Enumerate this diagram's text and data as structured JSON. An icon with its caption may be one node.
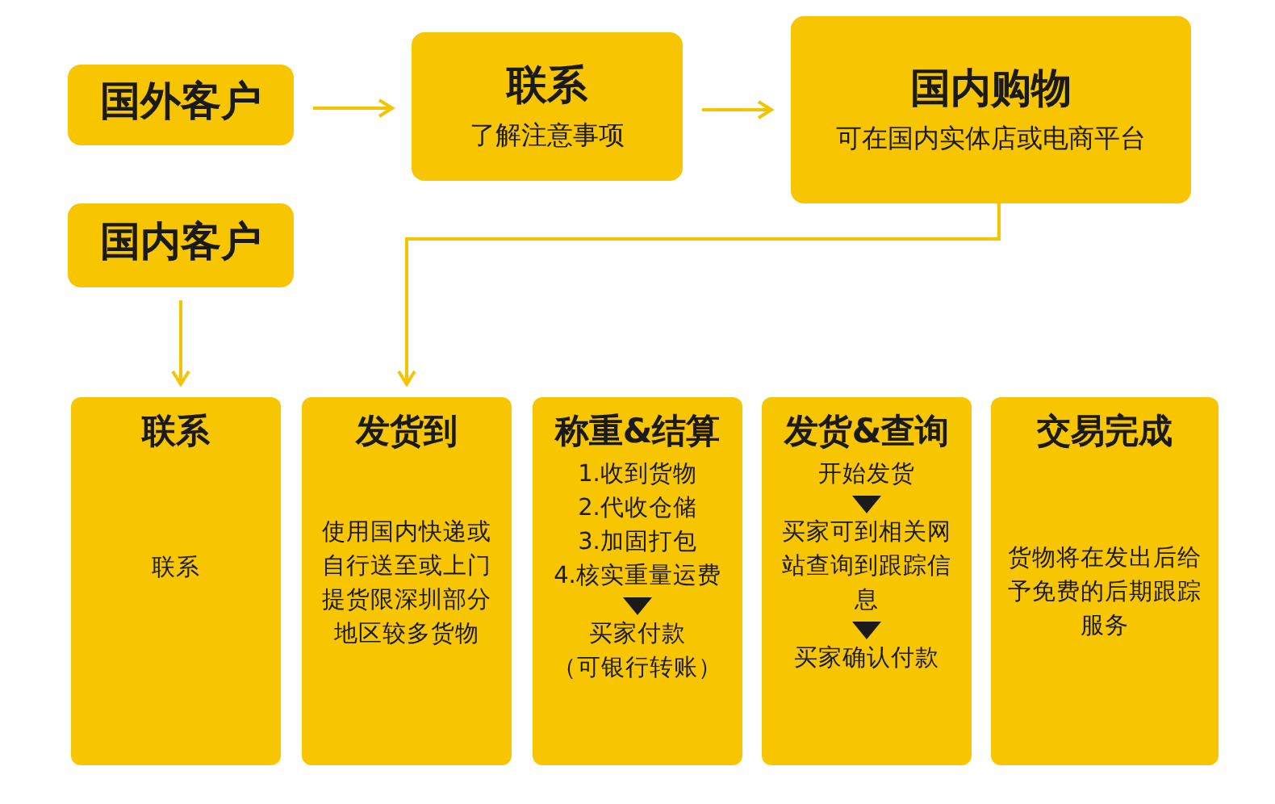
{
  "diagram": {
    "nodes": [
      {
        "text": [
          "国外客户"
        ]
      },
      {
        "text": [
          "联系",
          "了解注意事项"
        ]
      },
      {
        "text": [
          "国内购物",
          "可在国内实体店或电商平台"
        ]
      },
      {
        "text": [
          "国内客户"
        ]
      },
      {
        "text": [
          "联系",
          "联系"
        ]
      },
      {
        "text": [
          "发货到",
          "使用国内快递或自行送至或上门提货限深圳部分地区较多货物"
        ]
      },
      {
        "text": [
          "称重&结算",
          "1.收到货物",
          "2.代收仓储",
          "3.加固打包",
          "4.核实重量运费",
          "买家付款",
          "（可银行转账）"
        ]
      },
      {
        "text": [
          "发货&查询",
          "开始发货",
          "买家可到相关网站查询到跟踪信息",
          "买家确认付款"
        ]
      },
      {
        "text": [
          "交易完成",
          "货物将在发出后给予免费的后期跟踪服务"
        ]
      }
    ],
    "edges": [
      {
        "from": 0,
        "to": 1,
        "arrow": "to"
      },
      {
        "from": 1,
        "to": 2,
        "arrow": "to"
      },
      {
        "from": 3,
        "to": 4,
        "arrow": "to"
      },
      {
        "from": 2,
        "to": 5,
        "arrow": "to"
      }
    ]
  }
}
